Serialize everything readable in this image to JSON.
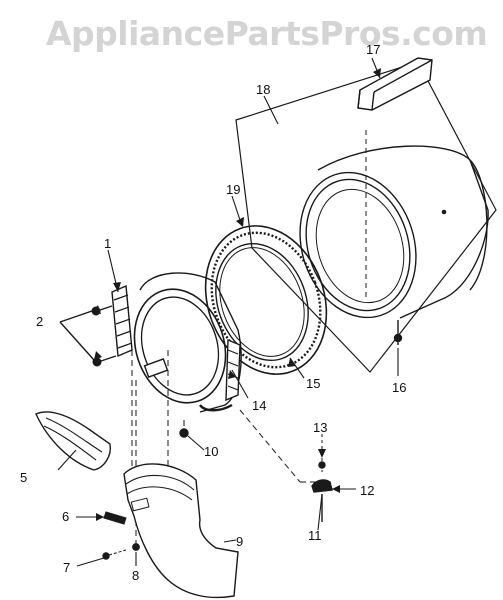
{
  "watermark": "AppliancePartsPros.com",
  "callouts": {
    "c1": "1",
    "c2": "2",
    "c5": "5",
    "c6": "6",
    "c7": "7",
    "c8": "8",
    "c9": "9",
    "c10": "10",
    "c11": "11",
    "c12": "12",
    "c13": "13",
    "c14": "14",
    "c15": "15",
    "c16": "16",
    "c17": "17",
    "c18": "18",
    "c19": "19"
  },
  "colors": {
    "line": "#1a1a1a",
    "watermark": "#d4d4d4",
    "background": "#ffffff"
  }
}
